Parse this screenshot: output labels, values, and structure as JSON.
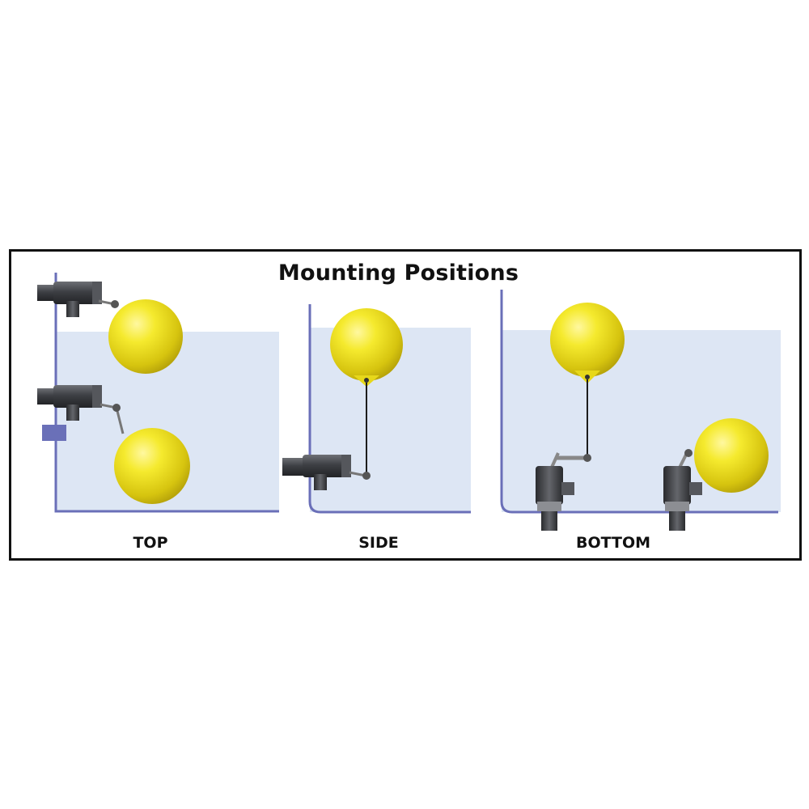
{
  "title": "Mounting Positions",
  "panels": [
    {
      "label": "TOP"
    },
    {
      "label": "SIDE"
    },
    {
      "label": "BOTTOM"
    }
  ],
  "colors": {
    "frame": "#111111",
    "water": "#dde6f4",
    "tank_wall": "#6a6fb8",
    "float_ball": "#f2e428",
    "valve_body": "#3b3c40"
  }
}
